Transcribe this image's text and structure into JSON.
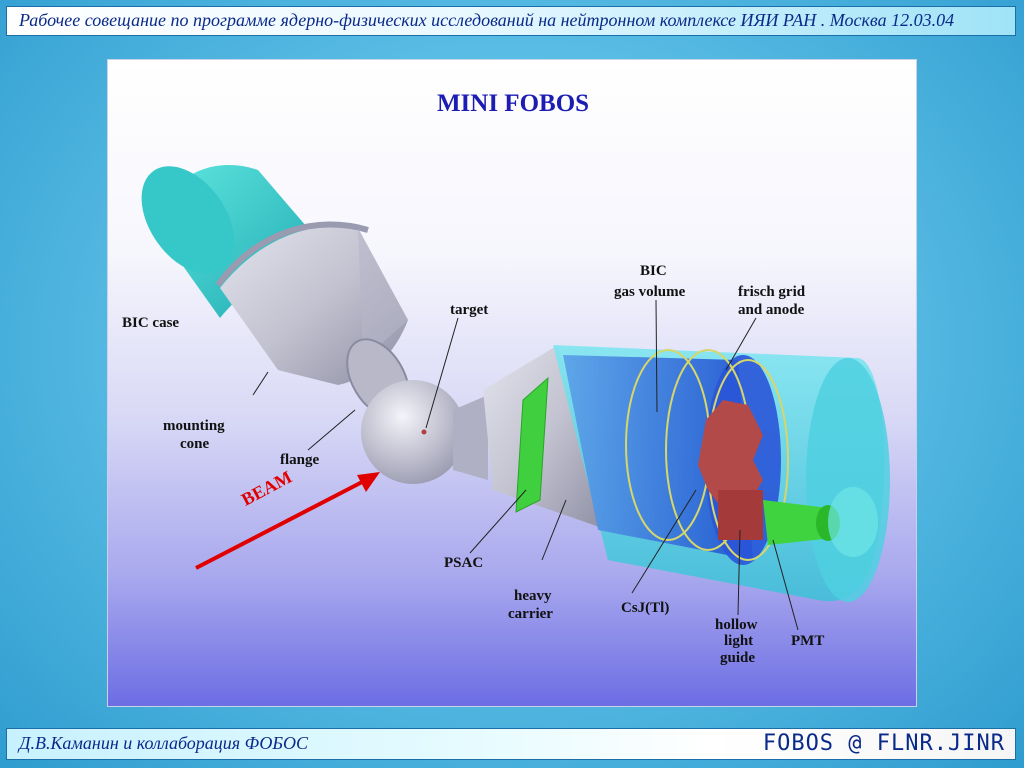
{
  "header": {
    "text": "Рабочее совещание по программе ядерно-физических исследований  на нейтронном комплексе ИЯИ РАН . Москва 12.03.04"
  },
  "slide": {
    "title": "MINI FOBOS",
    "labels": {
      "bic_case": "BIC case",
      "mounting_cone_1": "mounting",
      "mounting_cone_2": "cone",
      "flange": "flange",
      "target": "target",
      "beam": "BEAM",
      "bic_gas_1": "BIC",
      "bic_gas_2": "gas volume",
      "frisch_1": "frisch grid",
      "frisch_2": "and anode",
      "psac": "PSAC",
      "heavy_1": "heavy",
      "heavy_2": "carrier",
      "csj": "CsJ(Tl)",
      "hollow_1": "hollow",
      "hollow_2": "light",
      "hollow_3": "guide",
      "pmt": "PMT"
    }
  },
  "footer": {
    "left_text": "Д.В.Каманин и коллаборация ФОБОС",
    "right_text": "FOBOS @ FLNR.JINR"
  },
  "colors": {
    "title": "#1d1db3",
    "beam": "#e00000",
    "bic_case": "#3fd3cf",
    "detector_shell": "#5fd8e6",
    "gas_volume": "#2f6fe0",
    "psac": "#3fcf3f",
    "csj": "#b34a4a",
    "pmt": "#3fd33f"
  }
}
